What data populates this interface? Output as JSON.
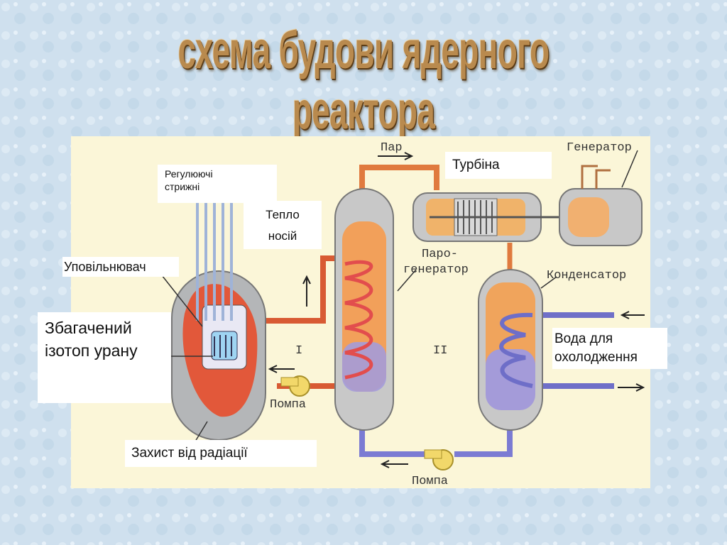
{
  "title": "схема будови ядерного реактора",
  "labels": {
    "control_rods": "Регулюючі стрижні",
    "coolant_line1": "Тепло",
    "coolant_line2": "носій",
    "moderator": "Уповільнювач",
    "enriched_uranium": "Збагачений ізотоп урану",
    "radiation_shield": "Захист від радіації",
    "turbine": "Турбіна",
    "cooling_water_line1": "Вода для",
    "cooling_water_line2": "охолодження"
  },
  "diagram_text": {
    "steam": "Пар",
    "generator": "Генератор",
    "steam_generator_line1": "Паро-",
    "steam_generator_line2": "генератор",
    "condenser": "Конденсатор",
    "circuit_1": "I",
    "circuit_2": "II",
    "pump_upper": "Помпа",
    "pump_lower": "Помпа"
  },
  "colors": {
    "hot_loop": "#e06a3a",
    "cold_loop": "#7f7fd6",
    "panel": "#fbf6d8",
    "vessel": "#c9c9c9",
    "title": "#b98a4e"
  }
}
